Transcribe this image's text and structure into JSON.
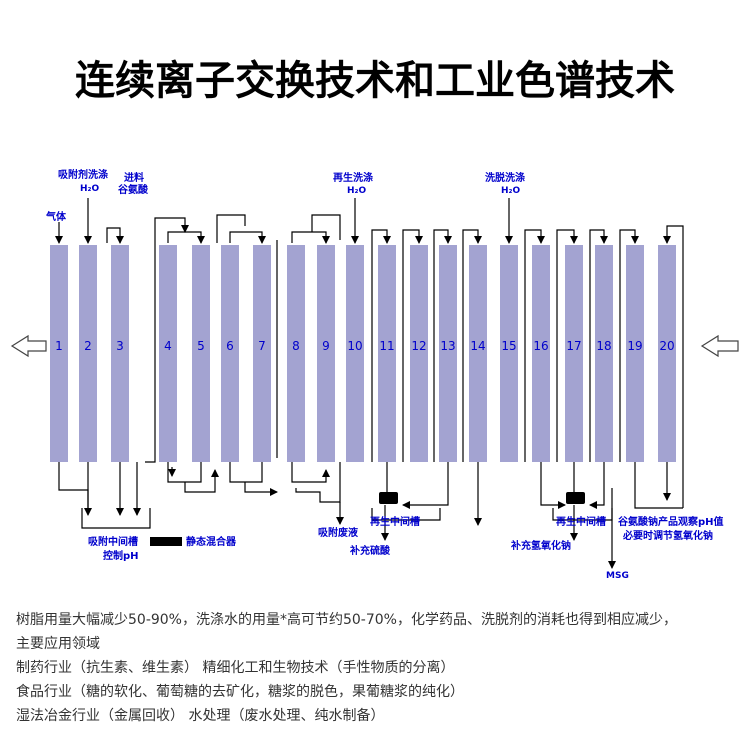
{
  "title": "连续离子交换技术和工业色谱技术",
  "colors": {
    "column_fill": "#a3a3d1",
    "label_blue": "#0000cc",
    "line": "#000000"
  },
  "diagram": {
    "columns": [
      "1",
      "2",
      "3",
      "4",
      "5",
      "6",
      "7",
      "8",
      "9",
      "10",
      "11",
      "12",
      "13",
      "14",
      "15",
      "16",
      "17",
      "18",
      "19",
      "20"
    ],
    "labels": {
      "gas": "气体",
      "adsorbent_wash": "吸附剂洗涤",
      "adsorbent_wash_h2o": "H₂O",
      "feed_line1": "进料",
      "feed_line2": "谷氨酸",
      "regen_wash": "再生洗涤",
      "regen_wash_h2o": "H₂O",
      "elute_wash": "洗脱洗涤",
      "elute_wash_h2o": "H₂O",
      "adsorb_tank_line1": "吸附中间槽",
      "adsorb_tank_line2": "控制pH",
      "static_mixer": "静态混合器",
      "adsorb_waste": "吸附废液",
      "regen_tank_a": "再生中间槽",
      "add_sulfuric": "补充硫酸",
      "regen_tank_b": "再生中间槽",
      "add_naoh": "补充氢氧化钠",
      "product_line1": "谷氨酸钠产品观察pH值",
      "product_line2": "必要时调节氢氧化钠",
      "msg": "MSG"
    }
  },
  "description": [
    "树脂用量大幅减少50-90%，洗涤水的用量*高可节约50-70%，化学药品、洗脱剂的消耗也得到相应减少，",
    "主要应用领域",
    "制药行业（抗生素、维生素） 精细化工和生物技术（手性物质的分离）",
    "食品行业（糖的软化、葡萄糖的去矿化，糖浆的脱色，果葡糖浆的纯化）",
    "湿法冶金行业（金属回收） 水处理（废水处理、纯水制备）"
  ]
}
